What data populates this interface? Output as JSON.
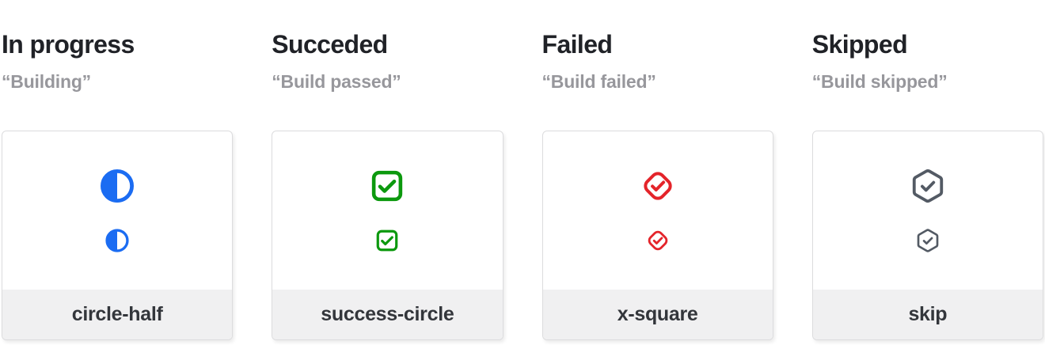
{
  "page": {
    "background": "#ffffff"
  },
  "colors": {
    "title_text": "#202227",
    "subtitle_text": "#97979c",
    "card_border": "#dcdcde",
    "card_bg": "#ffffff",
    "footer_bg": "#f0f0f1",
    "footer_text": "#33363b"
  },
  "columns": [
    {
      "title": "In progress",
      "subtitle": "“Building”",
      "icon": "circle-half-icon",
      "icon_color": "#1b6cf2",
      "label": "circle-half"
    },
    {
      "title": "Succeded",
      "subtitle": "“Build passed”",
      "icon": "check-square-icon",
      "icon_color": "#0c990e",
      "label": "success-circle"
    },
    {
      "title": "Failed",
      "subtitle": "“Build failed”",
      "icon": "check-diamond-icon",
      "icon_color": "#e4242a",
      "label": "x-square"
    },
    {
      "title": "Skipped",
      "subtitle": "“Build skipped”",
      "icon": "check-hexagon-icon",
      "icon_color": "#535a64",
      "label": "skip"
    }
  ]
}
